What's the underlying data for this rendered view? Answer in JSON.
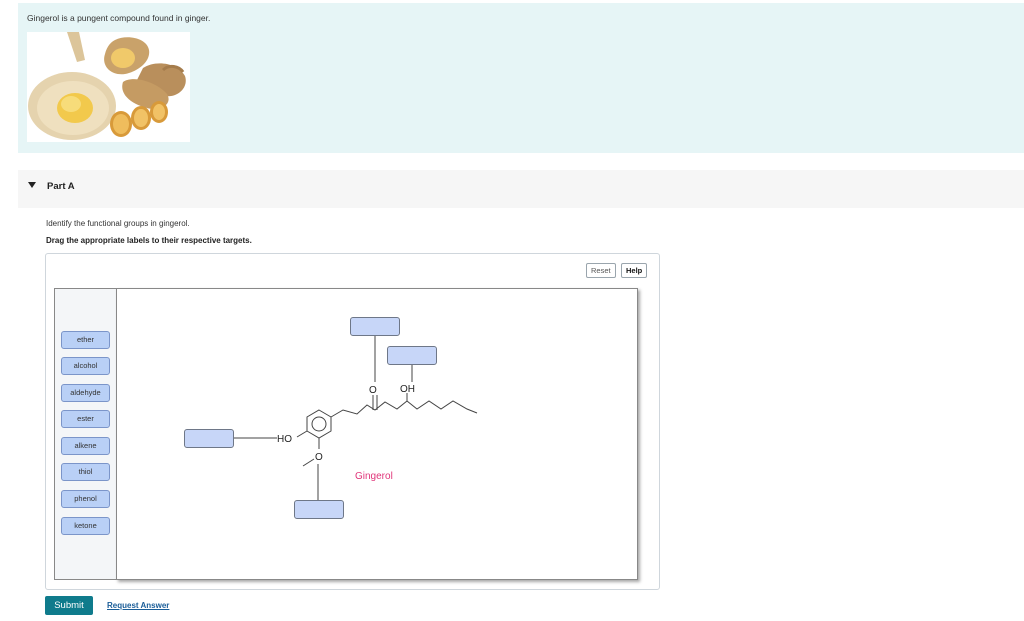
{
  "intro": {
    "text": "Gingerol is a pungent compound found in ginger."
  },
  "part": {
    "title": "Part A"
  },
  "question": {
    "prompt": "Identify the functional groups in gingerol.",
    "instruction": "Drag the appropriate labels to their respective targets."
  },
  "toolbar": {
    "reset_label": "Reset",
    "help_label": "Help"
  },
  "labels": [
    "ether",
    "alcohol",
    "aldehyde",
    "ester",
    "alkene",
    "thiol",
    "phenol",
    "ketone"
  ],
  "molecule": {
    "name": "Gingerol",
    "atom_o": "O",
    "atom_oh": "OH",
    "atom_ho": "HO",
    "atom_o2": "O"
  },
  "colors": {
    "intro_bg": "#e6f5f6",
    "chip_fill": "#b9d0f6",
    "target_fill": "#c7d6f8",
    "molecule_name": "#e0357a",
    "submit_bg": "#0f7b8c"
  },
  "actions": {
    "submit_label": "Submit",
    "request_label": "Request Answer"
  }
}
